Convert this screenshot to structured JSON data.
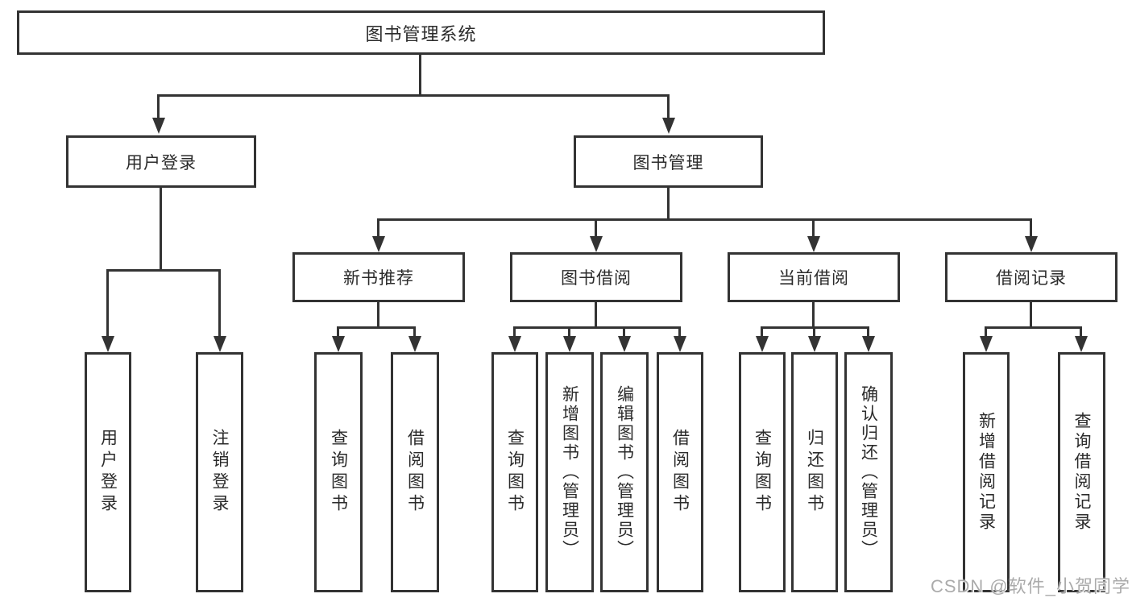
{
  "diagram": {
    "root": {
      "label": "图书管理系统"
    },
    "level2": [
      {
        "label": "用户登录"
      },
      {
        "label": "图书管理"
      }
    ],
    "level3": [
      {
        "label": "新书推荐"
      },
      {
        "label": "图书借阅"
      },
      {
        "label": "当前借阅"
      },
      {
        "label": "借阅记录"
      }
    ],
    "leaves": {
      "user_login": [
        "用户登录",
        "注销登录"
      ],
      "new_books": [
        "查询图书",
        "借阅图书"
      ],
      "borrowing": [
        "查询图书",
        "新增图书（管理员）",
        "编辑图书（管理员）",
        "借阅图书"
      ],
      "current": [
        "查询图书",
        "归还图书",
        "确认归还（管理员）"
      ],
      "records": [
        "新增借阅记录",
        "查询借阅记录"
      ]
    },
    "watermark": "CSDN @软件_小贺同学",
    "colors": {
      "line": "#333333",
      "text": "#2b2b2b",
      "background": "#ffffff"
    }
  }
}
